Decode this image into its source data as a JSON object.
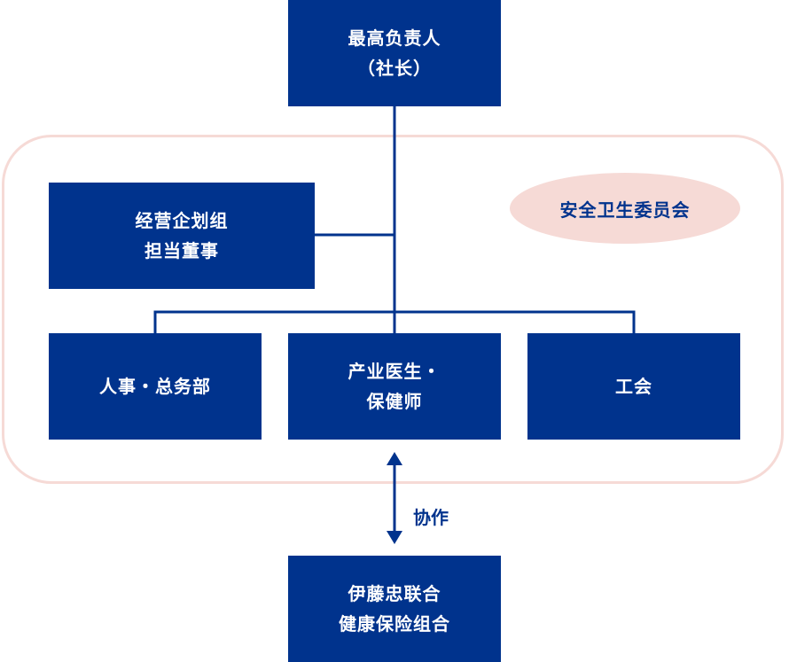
{
  "colors": {
    "box_fill": "#00338d",
    "box_text": "#ffffff",
    "region_border": "#f6dad6",
    "line": "#00338d",
    "ellipse_fill": "#f6dad6"
  },
  "top": {
    "line1": "最高负责人",
    "line2": "（社长）"
  },
  "committee": {
    "label": "安全卫生委员会"
  },
  "strategy": {
    "line1": "经营企划组",
    "line2": "担当董事"
  },
  "departments": [
    {
      "line1": "人事・总务部",
      "line2": ""
    },
    {
      "line1": "产业医生・",
      "line2": "保健师"
    },
    {
      "line1": "工会",
      "line2": ""
    }
  ],
  "collaboration": {
    "label": "协作"
  },
  "insurance": {
    "line1": "伊藤忠联合",
    "line2": "健康保险组合"
  }
}
